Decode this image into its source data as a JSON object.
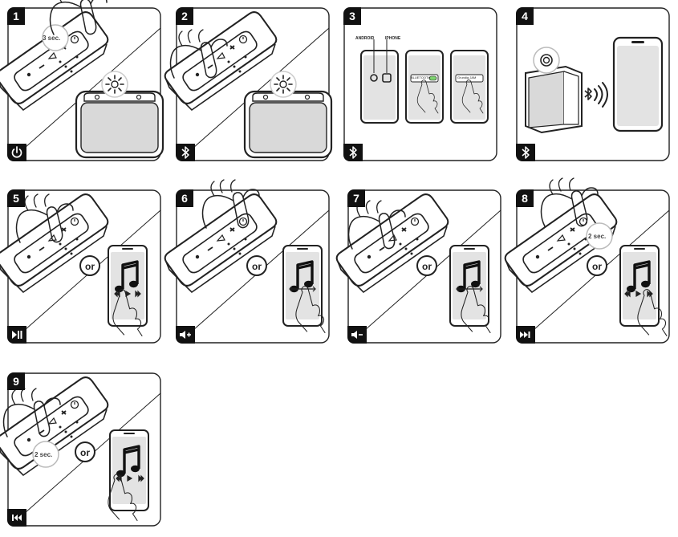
{
  "panels": [
    {
      "number": "1",
      "mode_icon": "power-icon",
      "bubble": "3 sec."
    },
    {
      "number": "2",
      "mode_icon": "bluetooth-icon"
    },
    {
      "number": "3",
      "mode_icon": "bluetooth-icon",
      "labels": {
        "android": "ANDROID",
        "iphone": "IPHONE",
        "bt_row": "BLUETOOTH",
        "device": "Grundig JAM"
      }
    },
    {
      "number": "4",
      "mode_icon": "bluetooth-icon"
    },
    {
      "number": "5",
      "mode_icon": "play-pause-icon",
      "or": "or"
    },
    {
      "number": "6",
      "mode_icon": "volume-up-icon",
      "or": "or"
    },
    {
      "number": "7",
      "mode_icon": "volume-down-icon",
      "or": "or"
    },
    {
      "number": "8",
      "mode_icon": "next-track-icon",
      "or": "or",
      "bubble": "2 sec."
    },
    {
      "number": "9",
      "mode_icon": "previous-track-icon",
      "or": "or",
      "bubble": "2 sec."
    }
  ],
  "colors": {
    "line": "#222222",
    "badge": "#111111",
    "screen": "#d9d9d9",
    "phone_screen": "#e3e3e3"
  }
}
